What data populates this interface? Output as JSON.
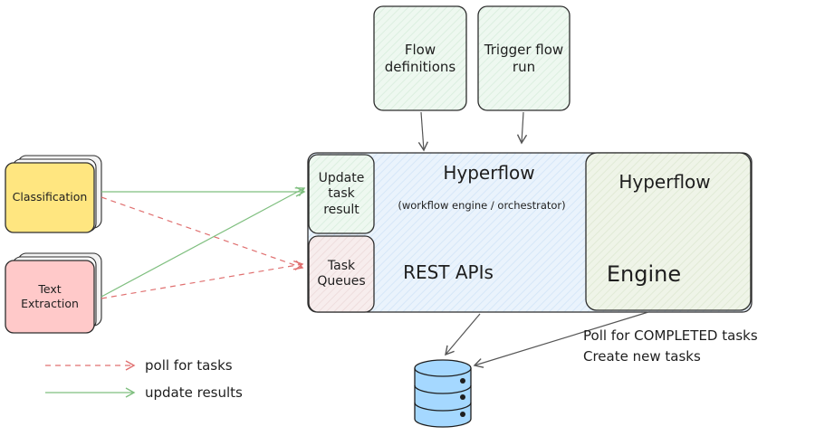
{
  "top": {
    "flow_definitions": "Flow definitions",
    "trigger_flow_run": "Trigger flow run"
  },
  "server": {
    "update_task_result": "Update task result",
    "task_queues": "Task Queues",
    "hyperflow_title": "Hyperflow",
    "subtitle": "(workflow engine / orchestrator)",
    "rest_apis": "REST APIs",
    "engine_title": "Hyperflow",
    "engine_label": "Engine"
  },
  "workers": {
    "classification": "Classification",
    "text_extraction": "Text Extraction"
  },
  "annotations": {
    "poll_completed": "Poll for COMPLETED tasks",
    "create_new": "Create new tasks"
  },
  "legend": {
    "poll_for_tasks": "poll for tasks",
    "update_results": "update results"
  },
  "colors": {
    "green_box": "#ebf7ee",
    "blue_area": "#e7f1fb",
    "engine_fill": "#eef3e6",
    "yellow": "#ffe680",
    "pink": "#ffc9c9",
    "db_blue": "#a5d8ff",
    "arrow_green": "#7fbf7f",
    "arrow_red": "#e07070"
  }
}
